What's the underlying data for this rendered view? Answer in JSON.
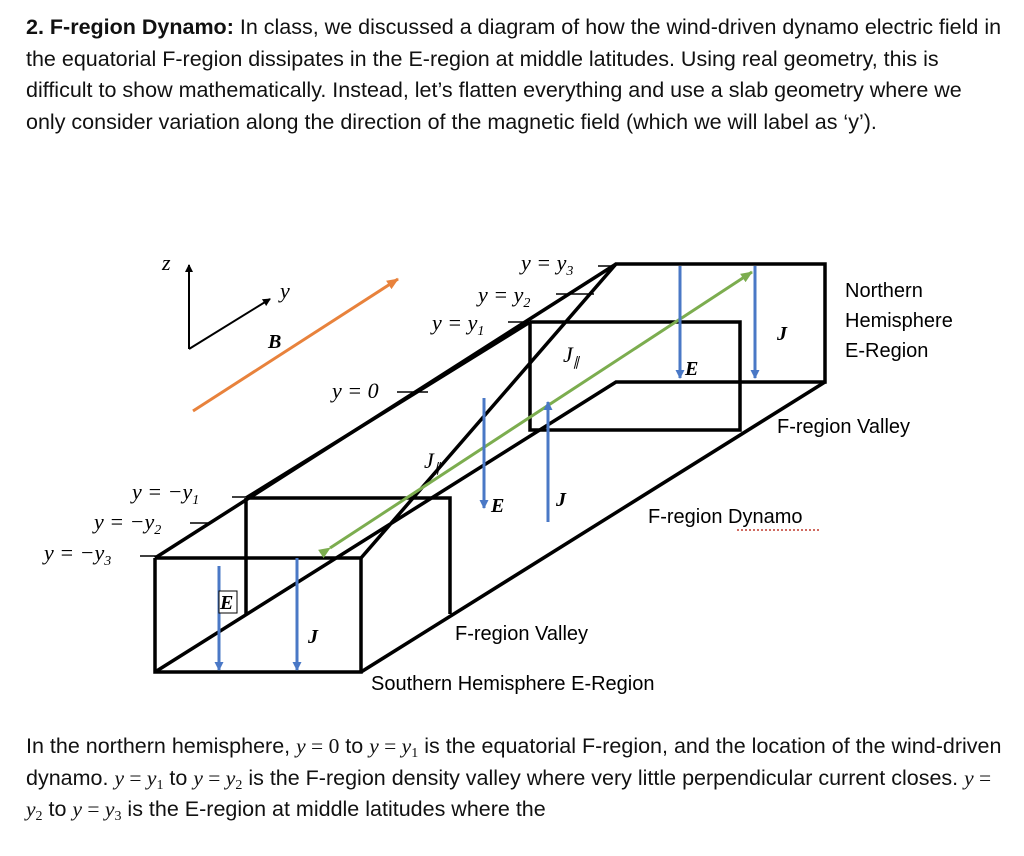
{
  "intro": {
    "heading": "2. F-region Dynamo:",
    "text": "In class, we discussed a diagram of how the wind-driven dynamo electric field in the equatorial F-region dissipates in the E-region at middle latitudes. Using real geometry, this is difficult to show mathematically. Instead, let’s flatten everything and use a slab geometry where we only consider variation along the direction of the magnetic field (which we will label as ‘y’)."
  },
  "diagram": {
    "axes": {
      "z": "z",
      "y": "y",
      "field": "B"
    },
    "planes": {
      "y0": "y = 0",
      "y1_var": "y",
      "y1_sub": "1",
      "y2_var": "y",
      "y2_sub": "2",
      "y3_var": "y",
      "y3_sub": "3",
      "eq": " = ",
      "neg_eq": " = −"
    },
    "labels": {
      "northern": [
        "Northern",
        "Hemisphere",
        "E-Region"
      ],
      "valley_north": "F-region Valley",
      "dynamo": "F-region Dynamo",
      "valley_south": "F-region Valley",
      "southern": "Southern Hemisphere E-Region"
    },
    "vectors": {
      "E": "E",
      "J": "J",
      "Jpar": "J",
      "par_sub": "∥"
    },
    "colors": {
      "field_arrow": "#e8823c",
      "current_arrow": "#7cad4f",
      "vertical_arrows": "#4a78c6",
      "frame": "#000000"
    }
  },
  "continuation": {
    "t1": "In the northern hemisphere,",
    "t2": "is the equatorial F-region, and the location of the wind-driven dynamo.",
    "t3": "is the F-region density valley where very little perpendicular current closes.",
    "t4": "is the E-region at middle latitudes where the",
    "y": "y",
    "zero": "0",
    "to": "to",
    "eq": " = ",
    "s1": "1",
    "s2": "2",
    "s3": "3"
  }
}
